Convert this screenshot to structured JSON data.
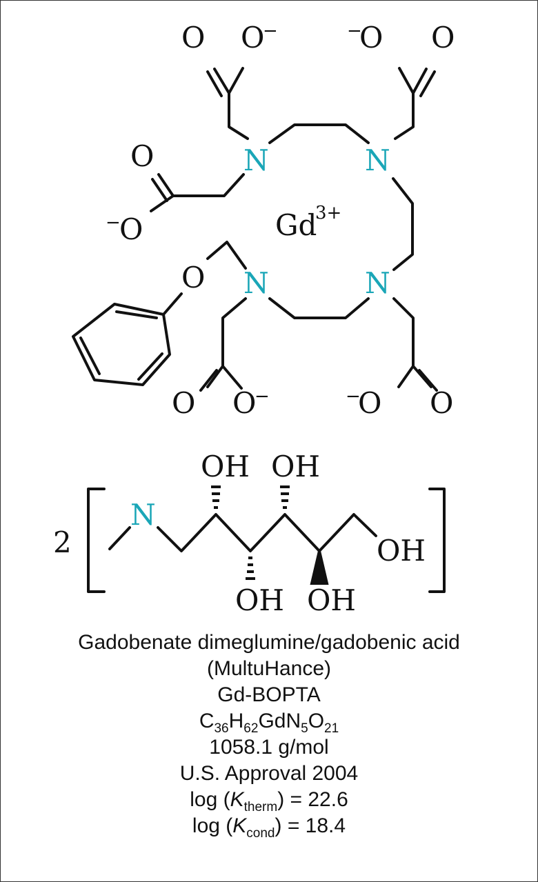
{
  "structure": {
    "atoms": {
      "o_top1": "O",
      "o_top2": "O",
      "o_top2_charge": "−",
      "o_top3_charge": "−",
      "o_top3": "O",
      "o_top4": "O",
      "o_left1": "O",
      "o_left2_charge": "−",
      "o_left2": "O",
      "o_ether": "O",
      "n1": "N",
      "n2": "N",
      "n3": "N",
      "n4": "N",
      "gd": "Gd",
      "gd_charge": "3+",
      "o_bot1": "O",
      "o_bot2": "O",
      "o_bot2_charge": "−",
      "o_bot3_charge": "−",
      "o_bot3": "O",
      "o_bot4": "O"
    },
    "meglumine": {
      "coefficient": "2",
      "n": "N",
      "oh1": "OH",
      "oh2": "OH",
      "oh3": "OH",
      "oh4": "OH",
      "oh5": "OH"
    },
    "heteroatom_color": "#1aa6b7"
  },
  "caption": {
    "name": "Gadobenate dimeglumine/gadobenic acid",
    "brand": "(MultuHance)",
    "abbrev": "Gd-BOPTA",
    "formula": {
      "c": "C",
      "c_n": "36",
      "h": "H",
      "h_n": "62",
      "gdn": "GdN",
      "n_n": "5",
      "o": "O",
      "o_n": "21"
    },
    "mass": "1058.1 g/mol",
    "approval": "U.S. Approval 2004",
    "ktherm": {
      "prefix": "log (",
      "k": "K",
      "sub": "therm",
      "suffix": ") = 22.6"
    },
    "kcond": {
      "prefix": "log (",
      "k": "K",
      "sub": "cond",
      "suffix": ") = 18.4"
    }
  }
}
